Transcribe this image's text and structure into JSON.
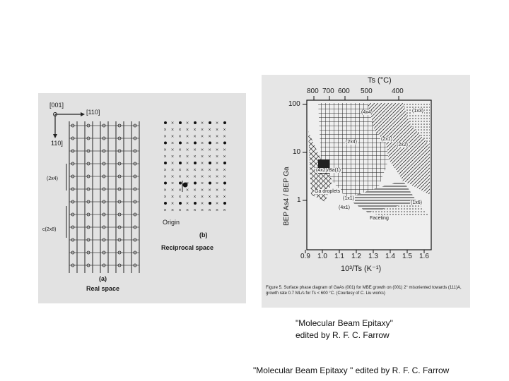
{
  "left_figure": {
    "label_001": "[001]",
    "label_110": "[110]",
    "label_110bar": "110]",
    "label_2x4": "(2x4)",
    "label_c2x8": "c(2x8)",
    "label_origin": "Origin",
    "label_b": "(b)",
    "label_reciprocal": "Reciprocal space",
    "label_a": "(a)",
    "label_real": "Real space"
  },
  "right_figure": {
    "ts_axis_label": "Ts (°C)",
    "ts_ticks": [
      "800",
      "700",
      "600",
      "500",
      "400"
    ],
    "y_axis_label": "BEP As4 / BEP Ga",
    "y_ticks": [
      "100",
      "10",
      "1"
    ],
    "x_axis_label": "10³/Ts (K⁻¹)",
    "x_ticks": [
      "0.9",
      "1.0",
      "1.1",
      "1.2",
      "1.3",
      "1.4",
      "1.5",
      "1.6"
    ],
    "regions": [
      "(4x4)",
      "(1x3)",
      "(2x1)",
      "(2x2)",
      "(2x4)",
      "(4x2)/Ba(1)",
      "Ga droplets",
      "(1x1)",
      "(4x1)",
      "(1x6)",
      "Faceting"
    ],
    "figure_caption": "Figure 5. Surface phase diagram of GaAs (001) for MBE growth on (001) 2° misoriented towards (111)A, growth rate 0.7 ML/s for Ts < 600 °C. (Courtesy of C. Liu works)"
  },
  "captions": {
    "main_line1": "\"Molecular Beam Epitaxy\"",
    "main_line2": "edited by R. F. C. Farrow",
    "footer": "\"Molecular Beam Epitaxy \" edited by R. F. C. Farrow"
  }
}
